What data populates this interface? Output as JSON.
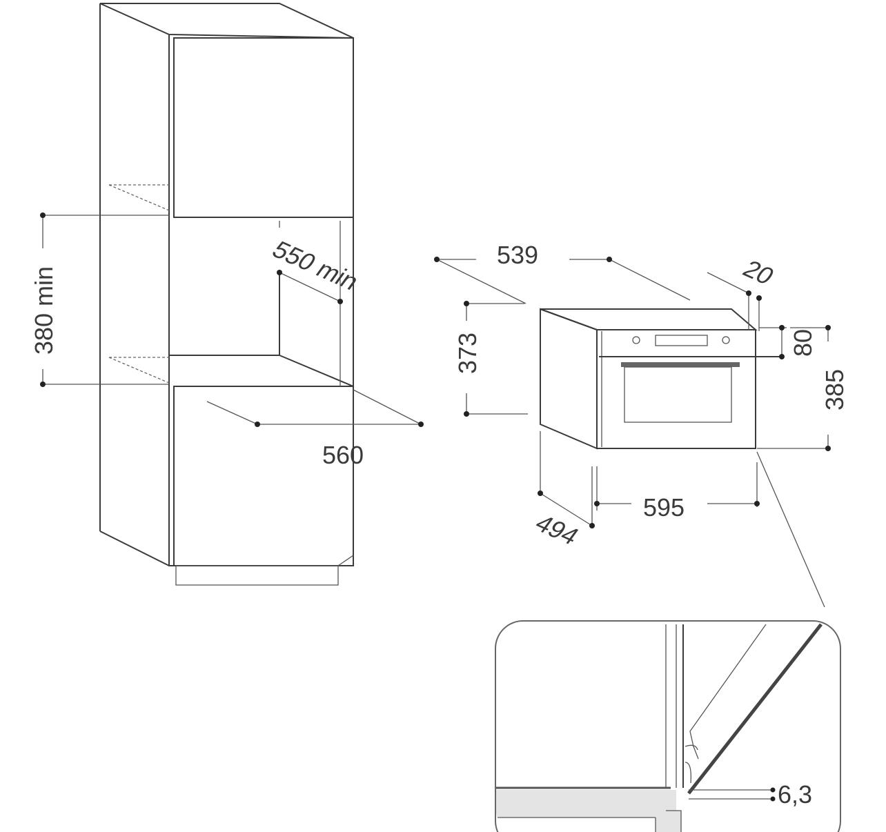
{
  "diagram": {
    "cabinet_dimensions": {
      "niche_height": "380 min",
      "niche_depth": "550 min",
      "niche_width": "560"
    },
    "appliance_dimensions": {
      "width_top": "539",
      "gap_top": "20",
      "height_side": "373",
      "panel_height": "80",
      "total_height": "385",
      "front_width": "595",
      "depth": "494"
    },
    "detail": {
      "door_gap": "6,3"
    },
    "colors": {
      "line": "#3a3a3a",
      "fill_gray": "#e4e4e4"
    }
  }
}
